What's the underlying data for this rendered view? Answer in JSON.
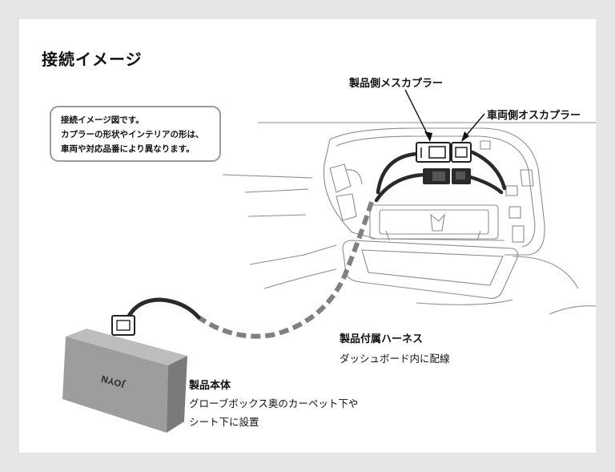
{
  "title": "接続イメージ",
  "note": {
    "lines": [
      "接続イメージ図です。",
      "カプラーの形状やインテリアの形は、",
      "車両や対応品番により異なります。"
    ]
  },
  "labels": {
    "female_coupler": "製品側メスカプラー",
    "male_coupler": "車両側オスカプラー",
    "harness_title": "製品付属ハーネス",
    "harness_desc": "ダッシュボード内に配線",
    "body_title": "製品本体",
    "body_desc_1": "グローブボックス奥のカーペット下や",
    "body_desc_2": "シート下に設置"
  },
  "product_box": {
    "logo": "JOYN"
  },
  "colors": {
    "background": "#e6e6e6",
    "panel": "#ffffff",
    "cable": "#2a2a2a",
    "harness_dashed": "#808080",
    "box_front": "#9d9d9d",
    "box_top": "#bdbdbd",
    "box_side": "#7a7a7a"
  }
}
